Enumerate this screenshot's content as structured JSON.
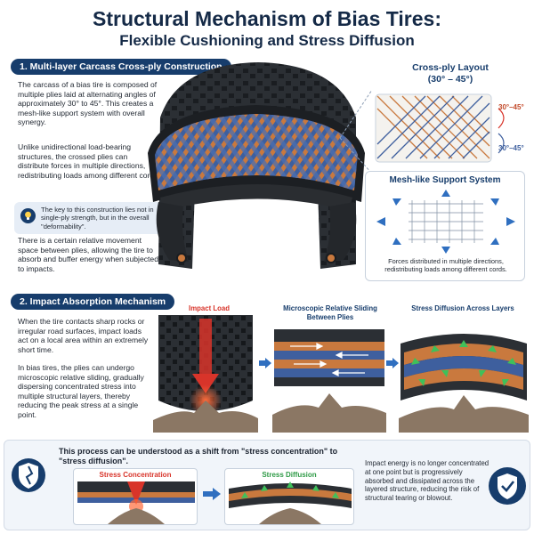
{
  "header": {
    "title_line1": "Structural Mechanism of Bias Tires:",
    "title_line2": "Flexible Cushioning and Stress Diffusion"
  },
  "section1": {
    "heading": "1. Multi-layer Carcass Cross-ply Construction",
    "para1": "The carcass of a bias tire is composed of multiple plies laid at alternating angles of approximately 30° to 45°. This creates a mesh-like support system with overall synergy.",
    "para2": "Unlike unidirectional load-bearing structures, the crossed plies can distribute forces in multiple directions, redistributing loads among different cords.",
    "key_note": "The key to this construction lies not in single-ply strength, but in the overall \"deformability\".",
    "para3": "There is a certain relative movement space between plies, allowing the tire to absorb and buffer energy when subjected to impacts."
  },
  "crossply_panel": {
    "title_line1": "Cross-ply Layout",
    "title_line2": "(30° – 45°)",
    "angle_top": "30°–45°",
    "angle_bottom": "30°–45°"
  },
  "mesh_panel": {
    "title": "Mesh-like Support System",
    "caption": "Forces distributed in multiple directions, redistributing loads among different cords."
  },
  "section2": {
    "heading": "2. Impact Absorption Mechanism",
    "para1": "When the tire contacts sharp rocks or irregular road surfaces, impact loads act on a local area within an extremely short time.",
    "para2": "In bias tires, the plies can undergo microscopic relative sliding, gradually dispersing concentrated stress into multiple structural layers, thereby reducing the peak stress at a single point.",
    "scene1_label": "Impact Load",
    "scene2_label": "Microscopic Relative Sliding Between Plies",
    "scene3_label": "Stress Diffusion Across Layers"
  },
  "bottom": {
    "text_intro": "This process can be understood as a shift from \"stress concentration\" to \"stress diffusion\".",
    "left_label": "Stress Concentration",
    "right_label": "Stress Diffusion",
    "text_right": "Impact energy is no longer concentrated at one point but is progressively absorbed and dissipated across the layered structure, reducing the risk of structural tearing or blowout."
  },
  "colors": {
    "navy": "#173d6c",
    "ply_orange": "#c9793e",
    "ply_blue": "#3e5f9e",
    "impact_red": "#d8342a",
    "diffuse_green": "#3fc05a",
    "arrow_blue": "#2f6fc0"
  }
}
